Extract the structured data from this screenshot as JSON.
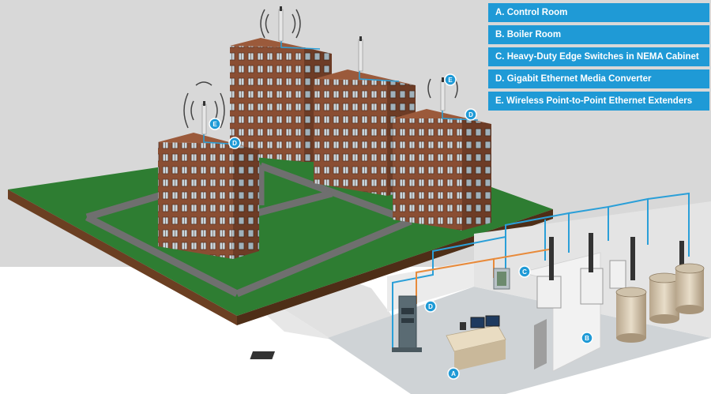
{
  "legend": {
    "items": [
      {
        "label": "A. Control Room"
      },
      {
        "label": "B. Boiler Room"
      },
      {
        "label": "C. Heavy-Duty Edge Switches in NEMA Cabinet"
      },
      {
        "label": "D. Gigabit Ethernet Media Converter"
      },
      {
        "label": "E. Wireless Point-to-Point Ethernet Extenders"
      }
    ]
  },
  "markers": {
    "a": "A",
    "b": "B",
    "c": "C",
    "d": "D",
    "e": "E"
  },
  "colors": {
    "accent": "#1f9ad6",
    "grass": "#2e7d32",
    "brick": "#8a4e33",
    "cable_blue": "#2a9fd8",
    "cable_orange": "#e88a3a"
  }
}
